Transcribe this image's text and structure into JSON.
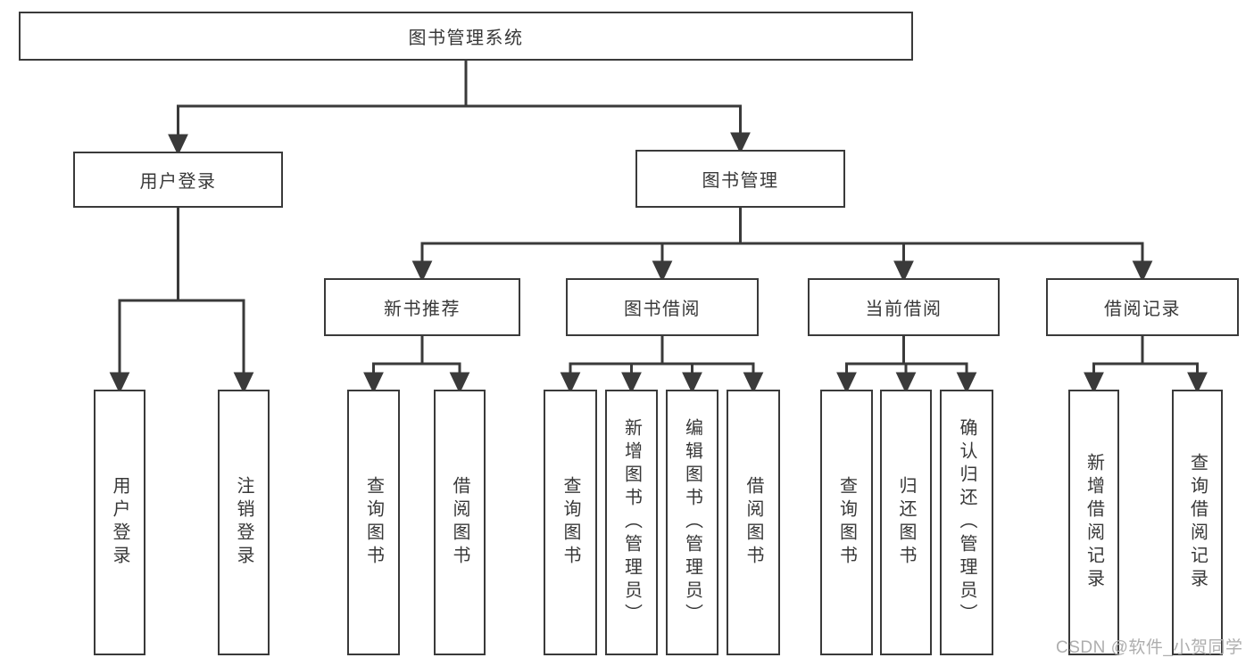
{
  "diagram": {
    "root": {
      "label": "图书管理系统",
      "children": [
        {
          "label": "用户登录",
          "children": [
            {
              "label": "用户登录"
            },
            {
              "label": "注销登录"
            }
          ]
        },
        {
          "label": "图书管理",
          "children": [
            {
              "label": "新书推荐",
              "children": [
                {
                  "label": "查询图书"
                },
                {
                  "label": "借阅图书"
                }
              ]
            },
            {
              "label": "图书借阅",
              "children": [
                {
                  "label": "查询图书"
                },
                {
                  "label": "新增图书（管理员）"
                },
                {
                  "label": "编辑图书（管理员）"
                },
                {
                  "label": "借阅图书"
                }
              ]
            },
            {
              "label": "当前借阅",
              "children": [
                {
                  "label": "查询图书"
                },
                {
                  "label": "归还图书"
                },
                {
                  "label": "确认归还（管理员）"
                }
              ]
            },
            {
              "label": "借阅记录",
              "children": [
                {
                  "label": "新增借阅记录"
                },
                {
                  "label": "查询借阅记录"
                }
              ]
            }
          ]
        }
      ]
    }
  },
  "watermark": {
    "text": "CSDN @软件_小贺同学"
  },
  "colors": {
    "line": "#3a3a3a",
    "box_border": "#3a3a3a",
    "text": "#383838",
    "watermark": "#aeaeae",
    "background": "#ffffff"
  }
}
